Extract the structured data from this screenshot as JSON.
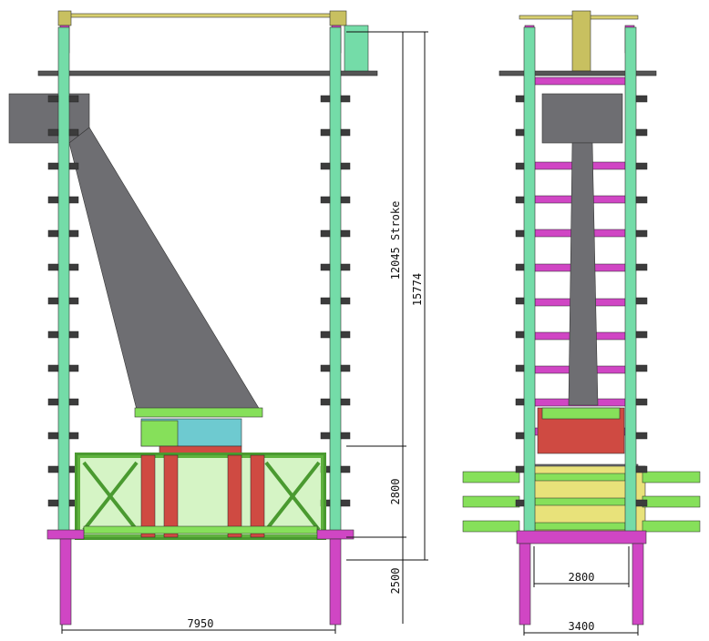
{
  "dimensions": {
    "stroke": "12045 Stroke",
    "total_height": "15774",
    "frame_height": "2800",
    "leg_height": "2500",
    "side_width": "7950",
    "front_inner_width": "2800",
    "front_outer_width": "3400"
  },
  "colors": {
    "column": "#74dca8",
    "magenta": "#d046c4",
    "gray": "#6e6e72",
    "lime": "#86e05a",
    "red": "#cf4a42",
    "yellow": "#e8e27a",
    "cleat": "#3c3c3c"
  }
}
